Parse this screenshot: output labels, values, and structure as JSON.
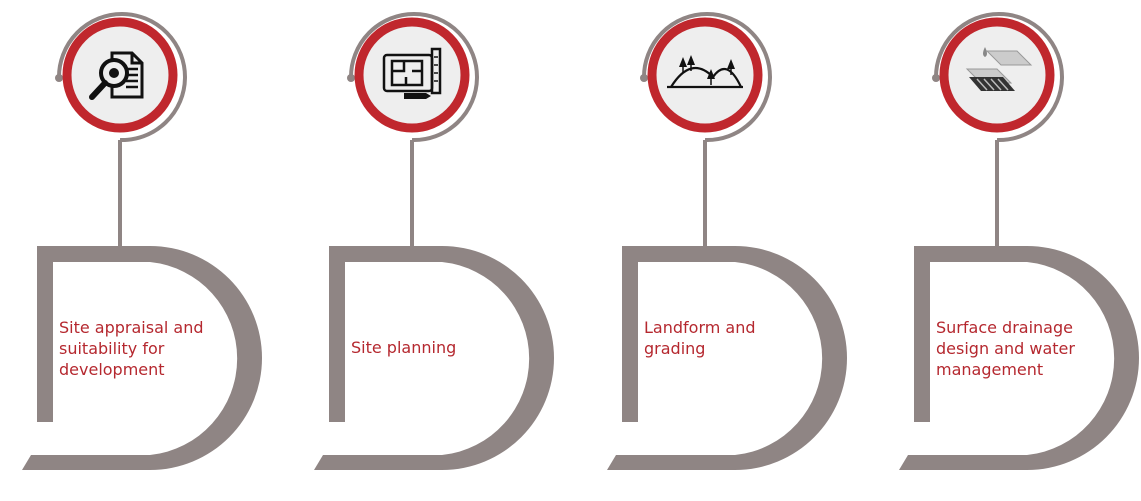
{
  "colors": {
    "accent": "#c0272d",
    "frame": "#8f8584",
    "icon_bg": "#eeeeee",
    "text": "#b5282f"
  },
  "steps": [
    {
      "label": "Site appraisal and suitability for development",
      "icon": "document-search-icon"
    },
    {
      "label": "Site planning",
      "icon": "blueprint-icon"
    },
    {
      "label": "Landform and grading",
      "icon": "landform-icon"
    },
    {
      "label": "Surface drainage design and water management",
      "icon": "drainage-icon"
    }
  ]
}
